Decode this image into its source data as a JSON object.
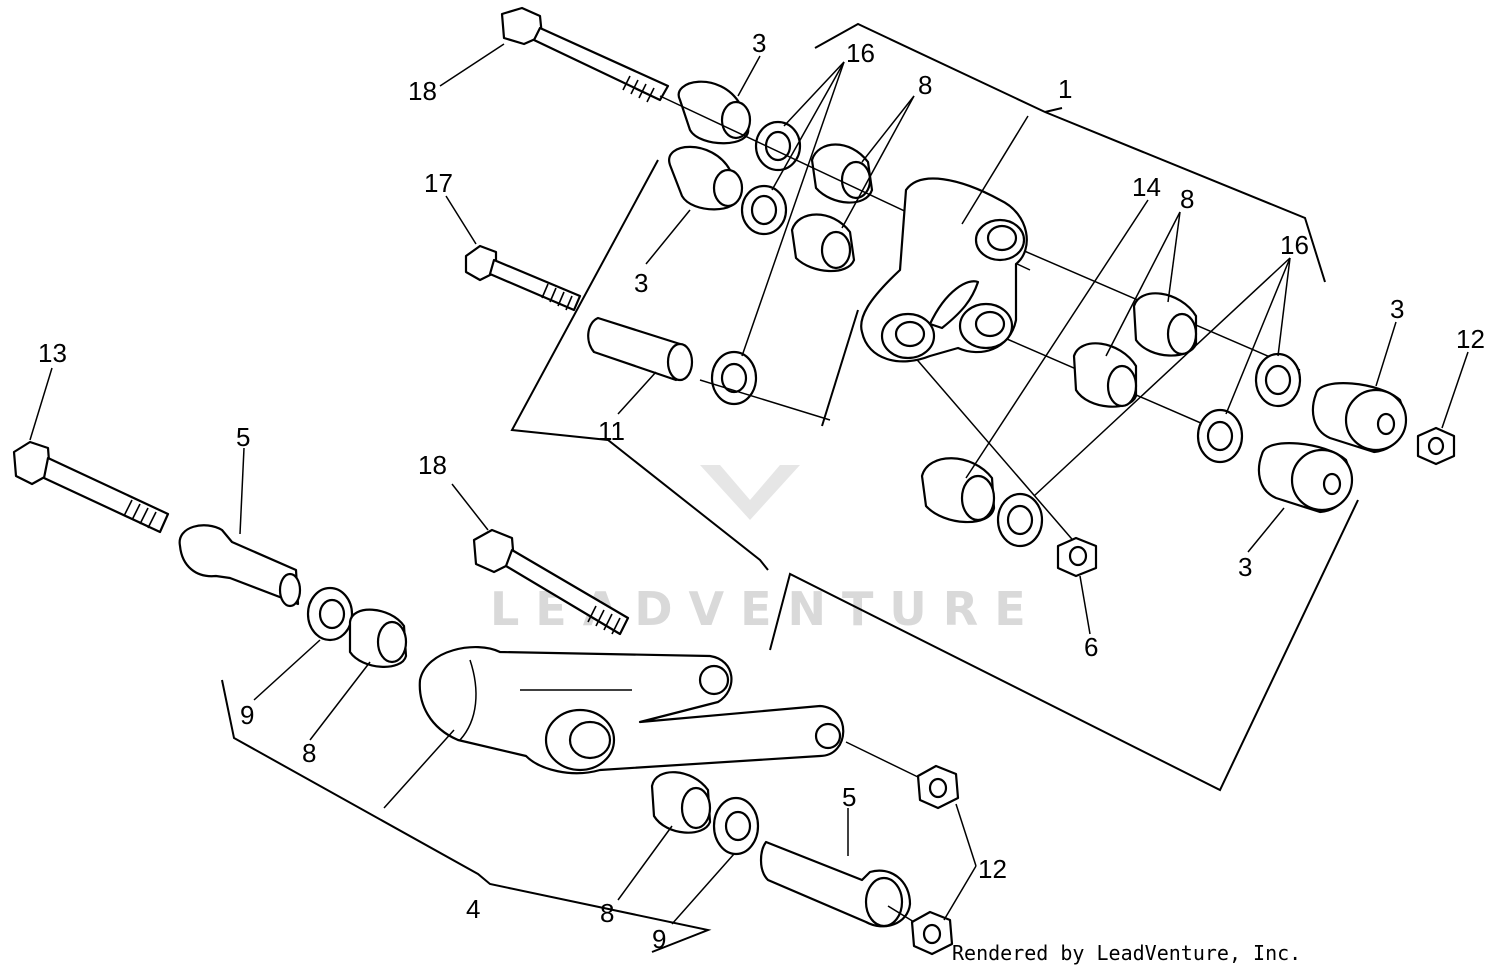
{
  "watermark": "LEADVENTURE",
  "footer": "Rendered by LeadVenture, Inc.",
  "callouts": {
    "c1": "1",
    "c3a": "3",
    "c3b": "3",
    "c3c": "3",
    "c3d": "3",
    "c4": "4",
    "c5a": "5",
    "c5b": "5",
    "c6": "6",
    "c8a": "8",
    "c8b": "8",
    "c8c": "8",
    "c8d": "8",
    "c9a": "9",
    "c9b": "9",
    "c11": "11",
    "c12a": "12",
    "c12b": "12",
    "c13": "13",
    "c14": "14",
    "c16a": "16",
    "c16b": "16",
    "c17": "17",
    "c18a": "18",
    "c18b": "18"
  }
}
